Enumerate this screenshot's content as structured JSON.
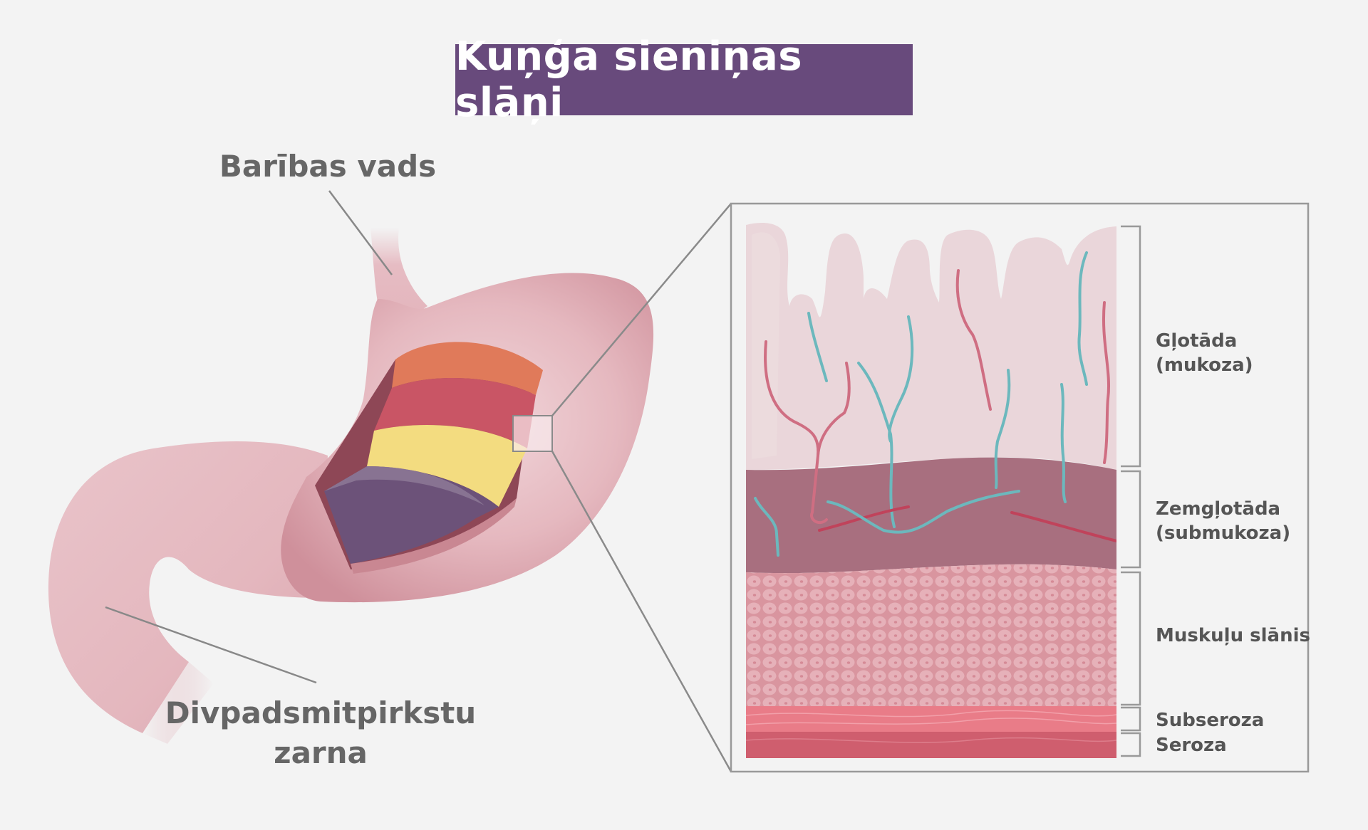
{
  "title": "Kuņģa sieniņas slāņi",
  "colors": {
    "title_bg": "#684a7c",
    "stomach_pink": "#e3b3bb",
    "layer_orange": "#e07a5a",
    "layer_red": "#c95565",
    "layer_yellow": "#f3dc80",
    "layer_purple": "#6c5279",
    "mucosa": "#ead6da",
    "submucosa": "#a86f7f",
    "muscle": "#dda0a9",
    "subserosa": "#e97c88",
    "serosa": "#cf5e6e",
    "vessel_teal": "#6cb8bd",
    "vessel_red": "#cf6e82"
  },
  "labels": {
    "esophagus": "Barības vads",
    "duodenum_line1": "Divpadsmitpirkstu",
    "duodenum_line2": "zarna"
  },
  "layers": [
    {
      "line1": "Gļotāda",
      "line2": "(mukoza)"
    },
    {
      "line1": "Zemgļotāda",
      "line2": "(submukoza)"
    },
    {
      "line1": "Muskuļu slānis",
      "line2": ""
    },
    {
      "line1": "Subseroza",
      "line2": ""
    },
    {
      "line1": "Seroza",
      "line2": ""
    }
  ]
}
